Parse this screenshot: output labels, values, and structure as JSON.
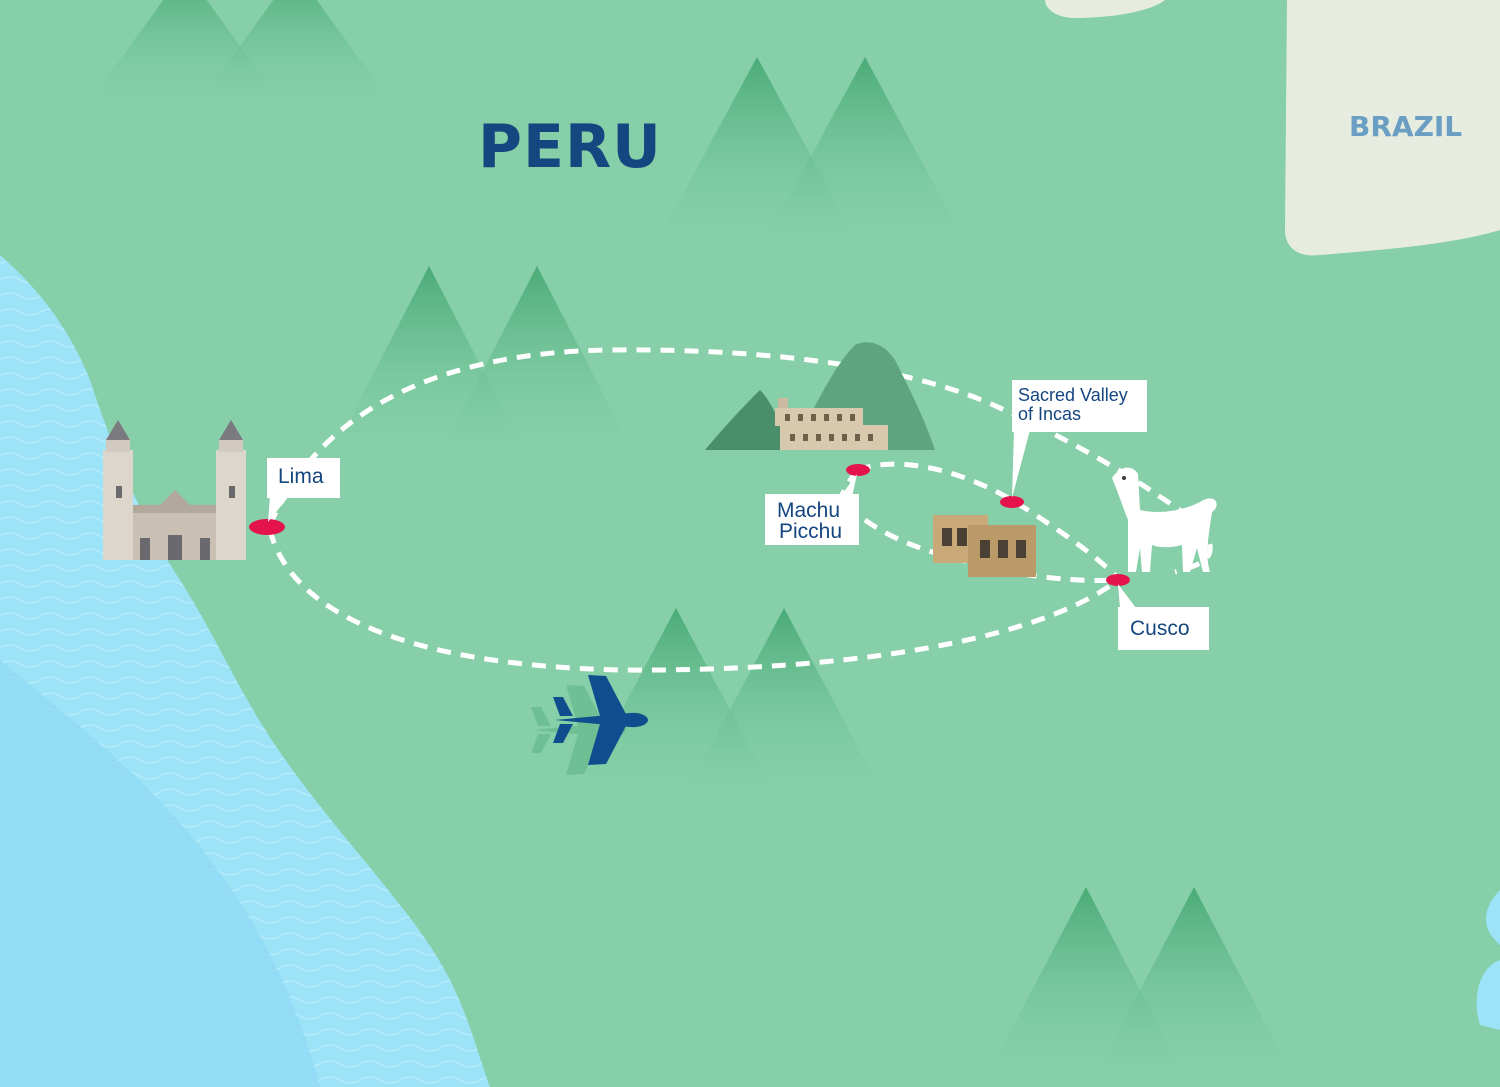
{
  "colors": {
    "land": "#86cfa8",
    "ocean": "#9ce3f7",
    "neighbor_land": "#e6ede0",
    "mountain": "#55b07f",
    "route": "#ffffff",
    "marker": "#e4134b",
    "label_text": "#14467f",
    "neighbor_label": "#6a9ec2",
    "plane": "#0f4d8e"
  },
  "country_labels": {
    "peru": "PERU",
    "brazil": "BRAZIL"
  },
  "places": {
    "lima": {
      "label": "Lima"
    },
    "sacred_valley": {
      "label_line1": "Sacred Valley",
      "label_line2": "of Incas"
    },
    "machu_picchu": {
      "label_line1": "Machu",
      "label_line2": "Picchu"
    },
    "cusco": {
      "label": "Cusco"
    }
  },
  "icons": [
    "lima-cathedral-icon",
    "machu-picchu-ruins-icon",
    "inca-ruins-icon",
    "llama-icon",
    "airplane-icon"
  ]
}
